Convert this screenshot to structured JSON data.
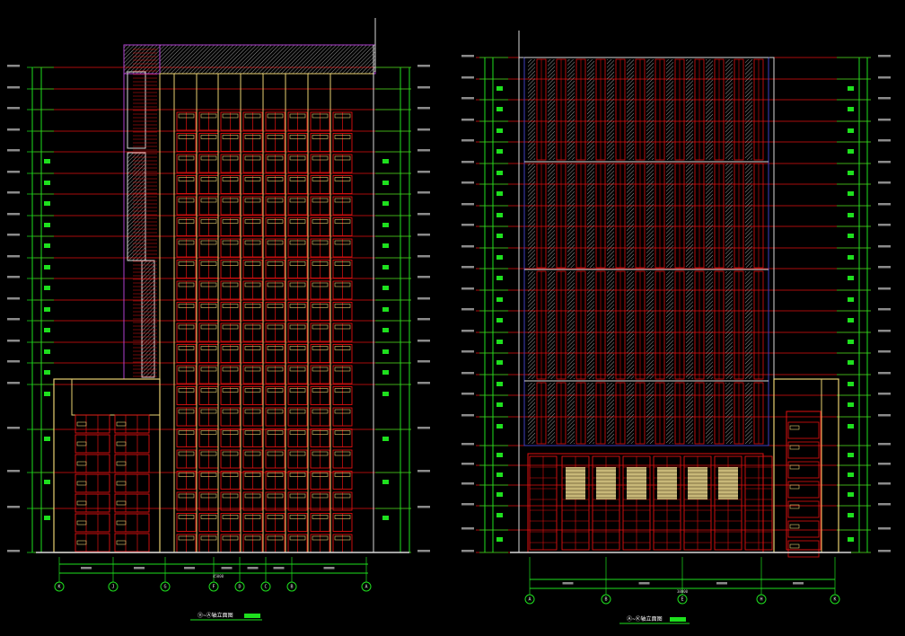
{
  "drawing": {
    "background": "#000000",
    "colors": {
      "red": "#e01010",
      "green": "#1ee01e",
      "yellow": "#e8d070",
      "white": "#d8d8d8",
      "magenta": "#b040d0",
      "hatch": "#9a9a9a",
      "glass": "#c8b878"
    },
    "left_elevation": {
      "title": "⑪~Ⓐ轴立面图",
      "axis_labels": [
        "K",
        "J",
        "G",
        "F",
        "D",
        "C",
        "B",
        "A"
      ],
      "overall_dim": "45000"
    },
    "right_elevation": {
      "title": "Ⓐ~Ⓚ轴立面图",
      "axis_labels": [
        "A",
        "B",
        "E",
        "H",
        "K"
      ],
      "overall_dim": "38000"
    }
  }
}
